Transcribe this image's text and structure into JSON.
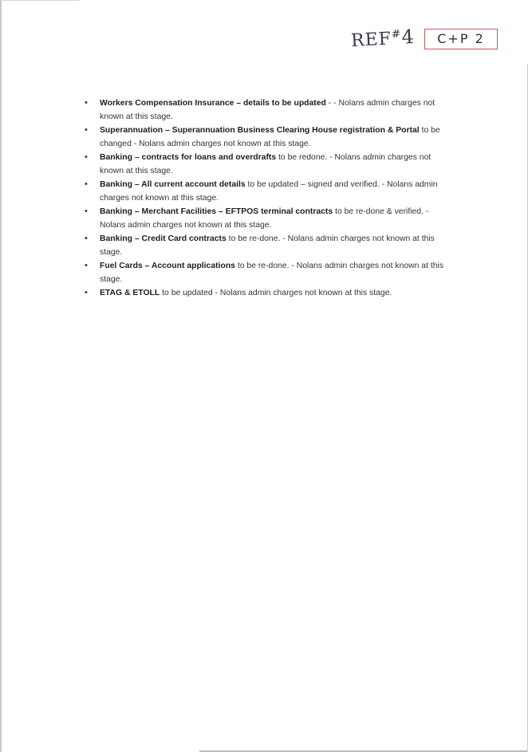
{
  "header": {
    "ref_label": "REF",
    "ref_hash": "#",
    "ref_number": "4",
    "stamp_text": "C+P 2"
  },
  "items": [
    {
      "bold": "Workers Compensation Insurance – details to be updated",
      "text": " - - Nolans admin charges not known at this stage."
    },
    {
      "bold": "Superannuation – Superannuation Business Clearing House registration & Portal",
      "text": " to be changed - Nolans admin charges not known at this stage."
    },
    {
      "bold": "Banking – contracts for loans and overdrafts",
      "text": " to be redone. - Nolans admin charges not known at this stage."
    },
    {
      "bold": "Banking – All current account details",
      "text": " to be updated – signed and verified. - Nolans admin charges not known at this stage."
    },
    {
      "bold": "Banking – Merchant Facilities – EFTPOS terminal contracts",
      "text": " to be re-done & verified. - Nolans admin charges not known at this stage."
    },
    {
      "bold": "Banking – Credit Card contracts",
      "text": " to be re-done. - Nolans admin charges not known at this stage."
    },
    {
      "bold": "Fuel Cards – Account applications",
      "text": " to be re-done. - Nolans admin charges not known at this stage."
    },
    {
      "bold": "ETAG & ETOLL",
      "text": " to be updated - Nolans admin charges not known at this stage."
    }
  ],
  "bullet_glyph": "•"
}
